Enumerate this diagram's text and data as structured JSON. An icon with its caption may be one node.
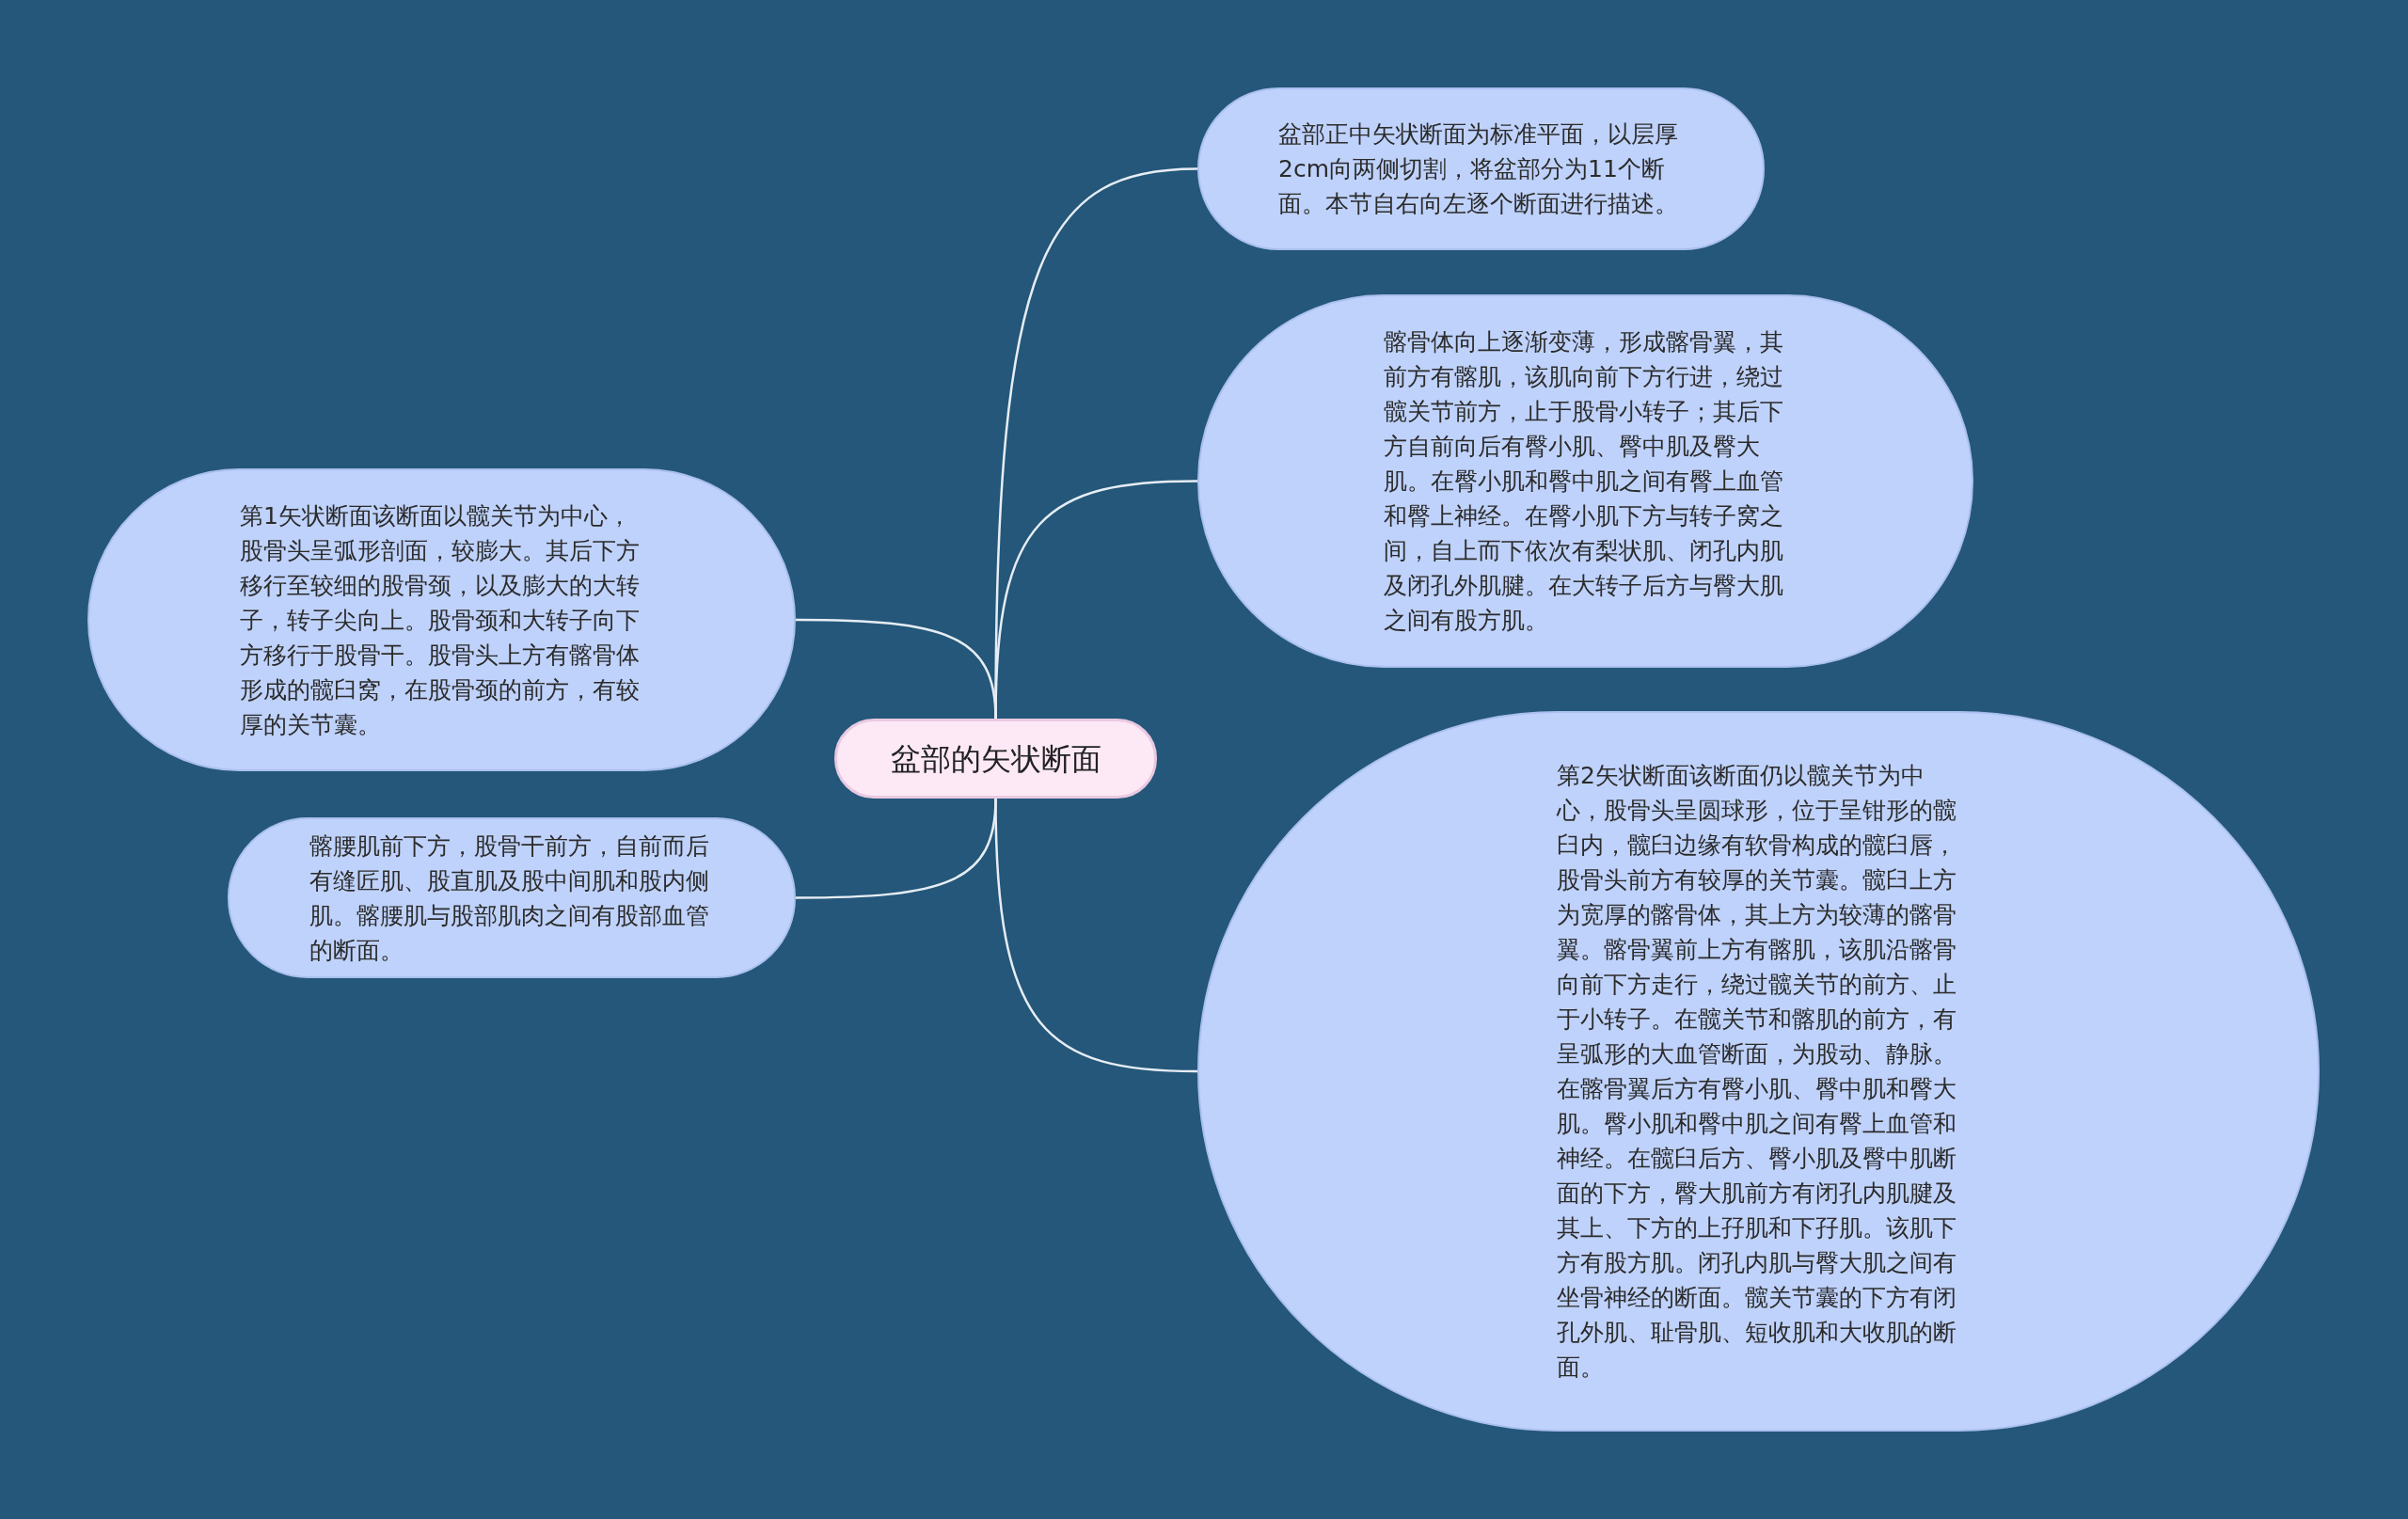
{
  "diagram": {
    "nodes": [
      {
        "text": [
          "盆部的矢状断面"
        ]
      },
      {
        "text": [
          "盆部正中矢状断面为标准平面，以层厚2cm向两侧切割，将盆部分为11个断面。本节自右向左逐个断面进行描述。"
        ]
      },
      {
        "text": [
          "髂骨体向上逐渐变薄，形成髂骨翼，其前方有髂肌，该肌向前下方行进，绕过髋关节前方，止于股骨小转子；其后下方自前向后有臀小肌、臀中肌及臀大肌。在臀小肌和臀中肌之间有臀上血管和臀上神经。在臀小肌下方与转子窝之间，自上而下依次有梨状肌、闭孔内肌及闭孔外肌腱。在大转子后方与臀大肌之间有股方肌。"
        ]
      },
      {
        "text": [
          "第2矢状断面该断面仍以髋关节为中心，股骨头呈圆球形，位于呈钳形的髋臼内，髋臼边缘有软骨构成的髋臼唇，股骨头前方有较厚的关节囊。髋臼上方为宽厚的髂骨体，其上方为较薄的髂骨翼。髂骨翼前上方有髂肌，该肌沿髂骨向前下方走行，绕过髋关节的前方、止于小转子。在髋关节和髂肌的前方，有呈弧形的大血管断面，为股动、静脉。在髂骨翼后方有臀小肌、臀中肌和臀大肌。臀小肌和臀中肌之间有臀上血管和神经。在髋臼后方、臀小肌及臀中肌断面的下方，臀大肌前方有闭孔内肌腱及其上、下方的上孖肌和下孖肌。该肌下方有股方肌。闭孔内肌与臀大肌之间有坐骨神经的断面。髋关节囊的下方有闭孔外肌、耻骨肌、短收肌和大收肌的断面。"
        ]
      },
      {
        "text": [
          "第1矢状断面该断面以髋关节为中心，股骨头呈弧形剖面，较膨大。其后下方移行至较细的股骨颈，以及膨大的大转子，转子尖向上。股骨颈和大转子向下方移行于股骨干。股骨头上方有髂骨体形成的髋臼窝，在股骨颈的前方，有较厚的关节囊。"
        ]
      },
      {
        "text": [
          "髂腰肌前下方，股骨干前方，自前而后有缝匠肌、股直肌及股中间肌和股内侧肌。髂腰肌与股部肌肉之间有股部血管的断面。"
        ]
      }
    ],
    "edges": [
      {
        "from": 0,
        "to": 1,
        "arrow": "none"
      },
      {
        "from": 0,
        "to": 2,
        "arrow": "none"
      },
      {
        "from": 0,
        "to": 3,
        "arrow": "none"
      },
      {
        "from": 0,
        "to": 4,
        "arrow": "none"
      },
      {
        "from": 0,
        "to": 5,
        "arrow": "none"
      }
    ]
  }
}
